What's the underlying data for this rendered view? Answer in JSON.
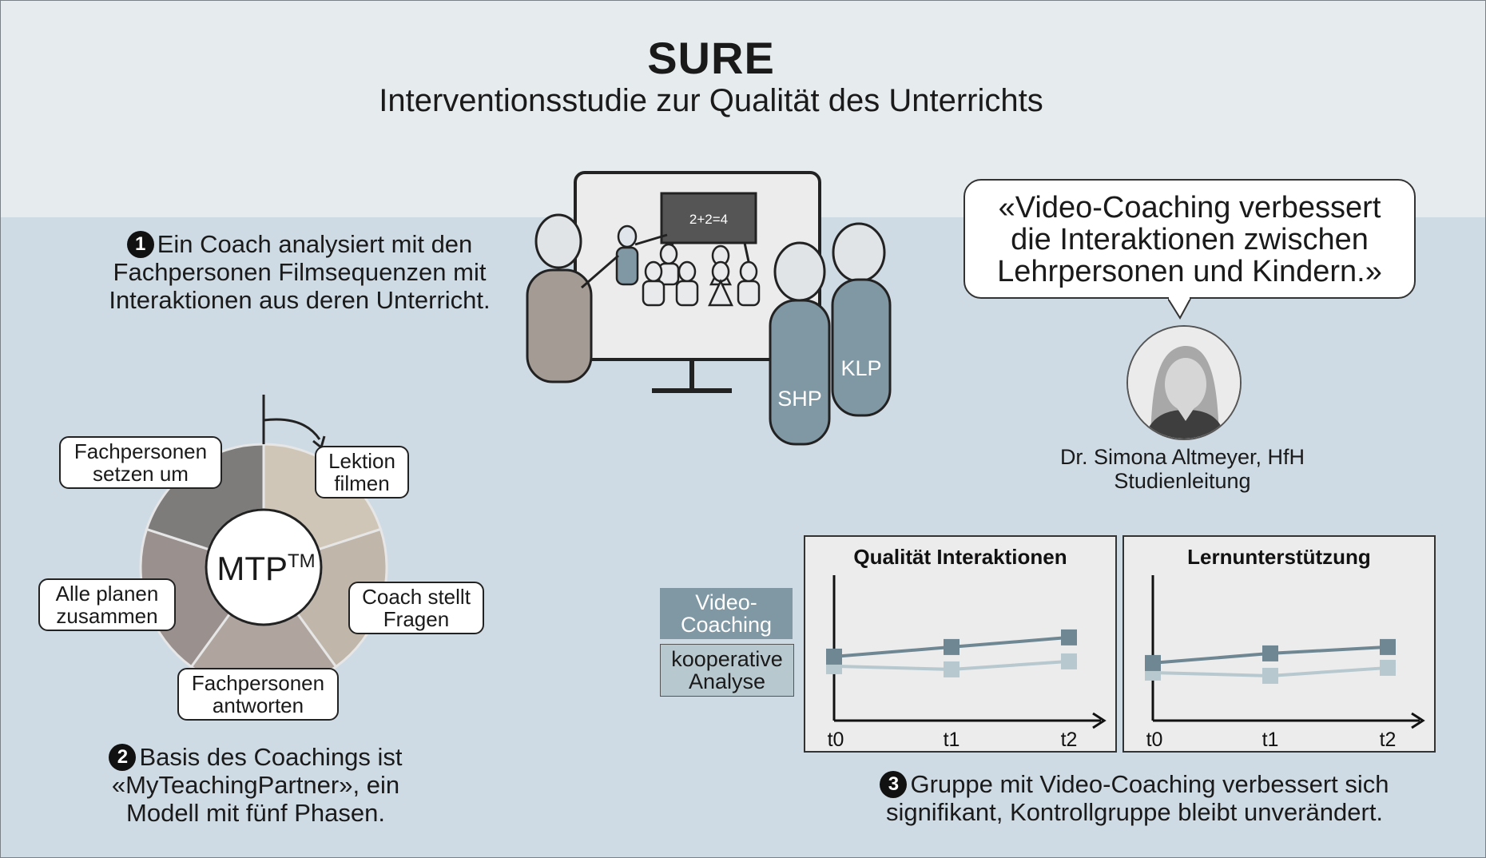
{
  "header": {
    "title": "SURE",
    "subtitle": "Interventionsstudie zur Qualität des Unterrichts"
  },
  "step1": {
    "number": "1",
    "lines": [
      "Ein Coach analysiert mit den",
      "Fachpersonen Filmsequenzen mit",
      "Interaktionen aus deren Unterricht."
    ]
  },
  "step2": {
    "number": "2",
    "lines": [
      "Basis des Coachings ist",
      "«MyTeachingPartner», ein",
      "Modell mit fünf Phasen."
    ]
  },
  "step3": {
    "number": "3",
    "lines": [
      "Gruppe mit Video-Coaching verbessert sich",
      "signifikant, Kontrollgruppe bleibt unverändert."
    ]
  },
  "scene": {
    "blackboard_text": "2+2=4",
    "person_shp": "SHP",
    "person_klp": "KLP"
  },
  "quote": {
    "lines": [
      "«Video-Coaching verbessert",
      "die Interaktionen zwischen",
      "Lehrpersonen und Kindern.»"
    ],
    "name": "Dr. Simona Altmeyer, HfH",
    "role": "Studienleitung"
  },
  "cycle": {
    "center_label": "MTP",
    "center_sup": "TM",
    "phases": [
      {
        "l1": "Lektion",
        "l2": "filmen",
        "color": "#cfc6b8"
      },
      {
        "l1": "Coach stellt",
        "l2": "Fragen",
        "color": "#c0b6aa"
      },
      {
        "l1": "Fachpersonen",
        "l2": "antworten",
        "color": "#b0a59e"
      },
      {
        "l1": "Alle planen",
        "l2": "zusammen",
        "color": "#9a918f"
      },
      {
        "l1": "Fachpersonen",
        "l2": "setzen um",
        "color": "#7e7b7b"
      }
    ]
  },
  "legend": {
    "video": {
      "l1": "Video-",
      "l2": "Coaching",
      "color": "#7f98a4"
    },
    "koop": {
      "l1": "kooperative",
      "l2": "Analyse",
      "color": "#b8c8cf"
    }
  },
  "chart_data": [
    {
      "type": "line",
      "title": "Qualität Interaktionen",
      "x": [
        "t0",
        "t1",
        "t2"
      ],
      "series": [
        {
          "name": "Video-Coaching",
          "values": [
            4.0,
            4.6,
            5.2
          ],
          "color": "#6e8793"
        },
        {
          "name": "kooperative Analyse",
          "values": [
            3.4,
            3.2,
            3.7
          ],
          "color": "#b7c8ce"
        }
      ],
      "ylim": [
        0,
        10
      ],
      "grid": false
    },
    {
      "type": "line",
      "title": "Lernunterstützung",
      "x": [
        "t0",
        "t1",
        "t2"
      ],
      "series": [
        {
          "name": "Video-Coaching",
          "values": [
            3.6,
            4.2,
            4.6
          ],
          "color": "#6e8793"
        },
        {
          "name": "kooperative Analyse",
          "values": [
            3.0,
            2.8,
            3.3
          ],
          "color": "#b7c8ce"
        }
      ],
      "ylim": [
        0,
        10
      ],
      "grid": false
    }
  ]
}
